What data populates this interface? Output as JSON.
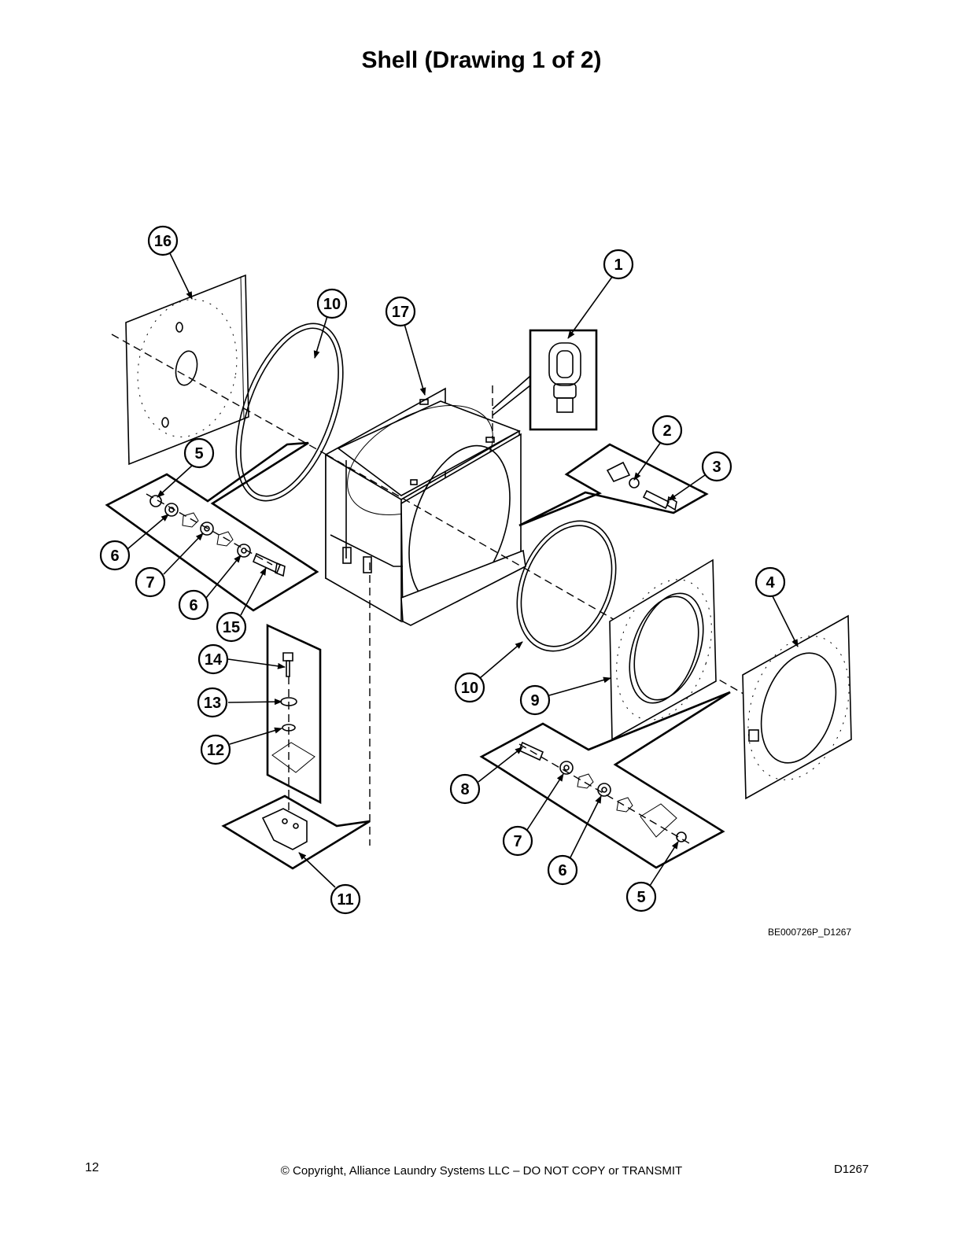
{
  "title": "Shell (Drawing 1 of 2)",
  "drawing_ref": "BE000726P_D1267",
  "footer": {
    "page_number": "12",
    "copyright": "© Copyright, Alliance Laundry Systems LLC – DO NOT COPY or TRANSMIT",
    "doc_id": "D1267"
  },
  "callouts": {
    "c16": "16",
    "c10a": "10",
    "c17": "17",
    "c1": "1",
    "c2": "2",
    "c3": "3",
    "c5a": "5",
    "c6a": "6",
    "c7a": "7",
    "c6b": "6",
    "c15": "15",
    "c4": "4",
    "c14": "14",
    "c13": "13",
    "c12": "12",
    "c10b": "10",
    "c9": "9",
    "c8": "8",
    "c7b": "7",
    "c6c": "6",
    "c5b": "5",
    "c11": "11"
  }
}
